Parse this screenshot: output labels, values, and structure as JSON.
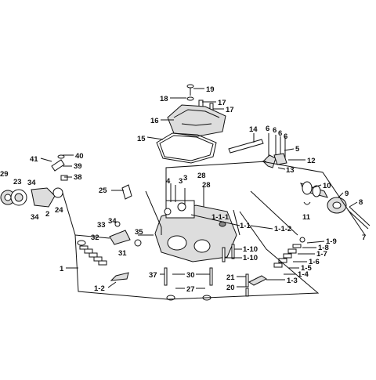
{
  "labels": {
    "p19": "19",
    "p18": "18",
    "p17a": "17",
    "p17b": "17",
    "p16": "16",
    "p15": "15",
    "p14": "14",
    "p6a": "6",
    "p6b": "6",
    "p6c": "6",
    "p6d": "6",
    "p5": "5",
    "p13": "13",
    "p12": "12",
    "p41": "41",
    "p40": "40",
    "p39": "39",
    "p38": "38",
    "p29": "29",
    "p23": "23",
    "p34a": "34",
    "p34b": "34",
    "p2": "2",
    "p24": "24",
    "p4": "4",
    "p3a": "3",
    "p3b": "3",
    "p28a": "28",
    "p28b": "28",
    "p25": "25",
    "p10": "10",
    "p9": "9",
    "p8": "8",
    "p7": "7",
    "p11": "11",
    "p33": "33",
    "p34c": "34",
    "p32": "32",
    "p31": "31",
    "p35": "35",
    "p1_1_1": "1-1-1",
    "p1_1": "1-1",
    "p1_1_2": "1-1-2",
    "p1_10a": "1-10",
    "p1_10b": "1-10",
    "p1_9": "1-9",
    "p1_8": "1-8",
    "p1_7": "1-7",
    "p1_6": "1-6",
    "p1_5": "1-5",
    "p1_4": "1-4",
    "p1_3": "1-3",
    "p1": "1",
    "p1_2": "1-2",
    "p37": "37",
    "p30": "30",
    "p27": "27",
    "p21": "21",
    "p20": "20"
  },
  "colors": {
    "line": "#111111",
    "accent_red": "#c0392b"
  }
}
